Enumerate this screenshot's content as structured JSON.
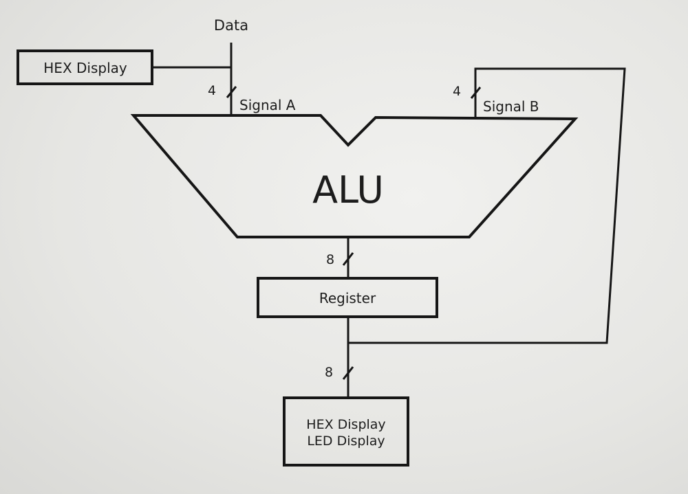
{
  "diagram": {
    "data_label": "Data",
    "hex_display_top_label": "HEX Display",
    "signal_a_label": "Signal A",
    "signal_a_width": "4",
    "signal_b_label": "Signal B",
    "signal_b_width": "4",
    "alu_label": "ALU",
    "alu_out_width": "8",
    "register_label": "Register",
    "register_out_width": "8",
    "output_display_line1": "HEX Display",
    "output_display_line2": "LED Display"
  }
}
